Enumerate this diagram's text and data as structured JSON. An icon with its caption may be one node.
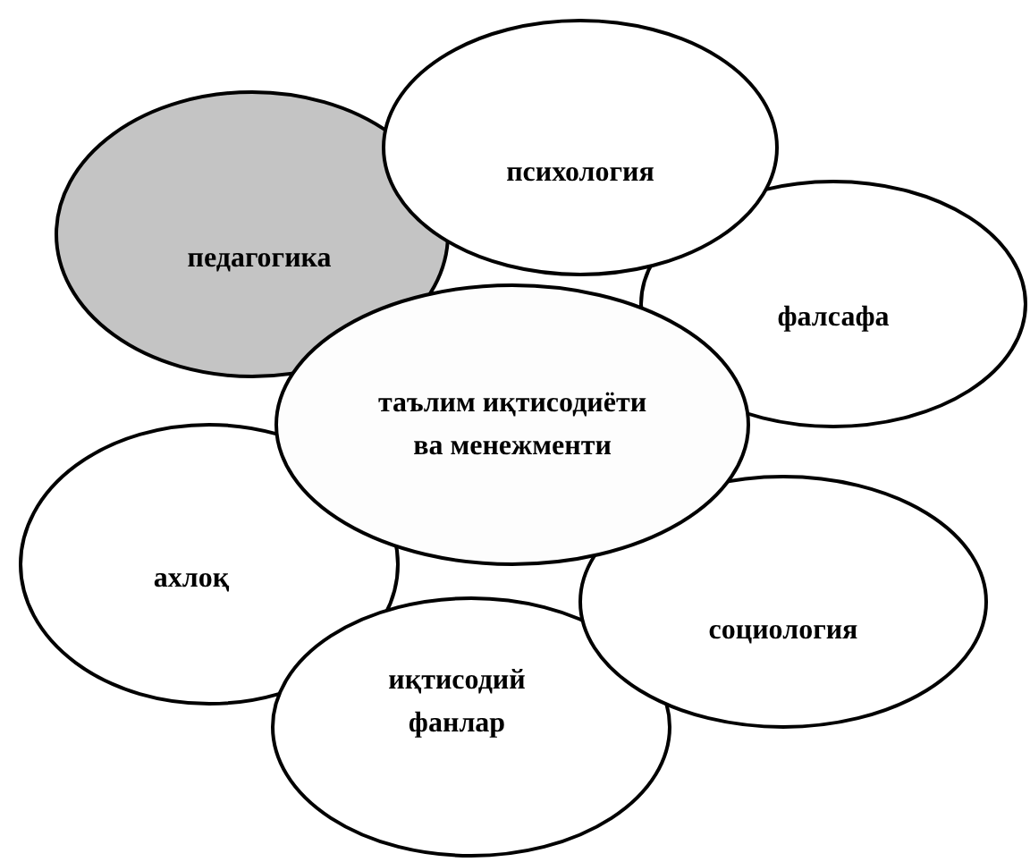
{
  "diagram": {
    "nodes": [
      {
        "text": [
          "психология"
        ]
      },
      {
        "text": [
          "педагогика"
        ]
      },
      {
        "text": [
          "фалсафа"
        ]
      },
      {
        "text": [
          "таълим иқтисодиёти ва менежменти"
        ]
      },
      {
        "text": [
          "ахлоқ"
        ]
      },
      {
        "text": [
          "социология"
        ]
      },
      {
        "text": [
          "иқтисодий фанлар"
        ]
      }
    ]
  }
}
